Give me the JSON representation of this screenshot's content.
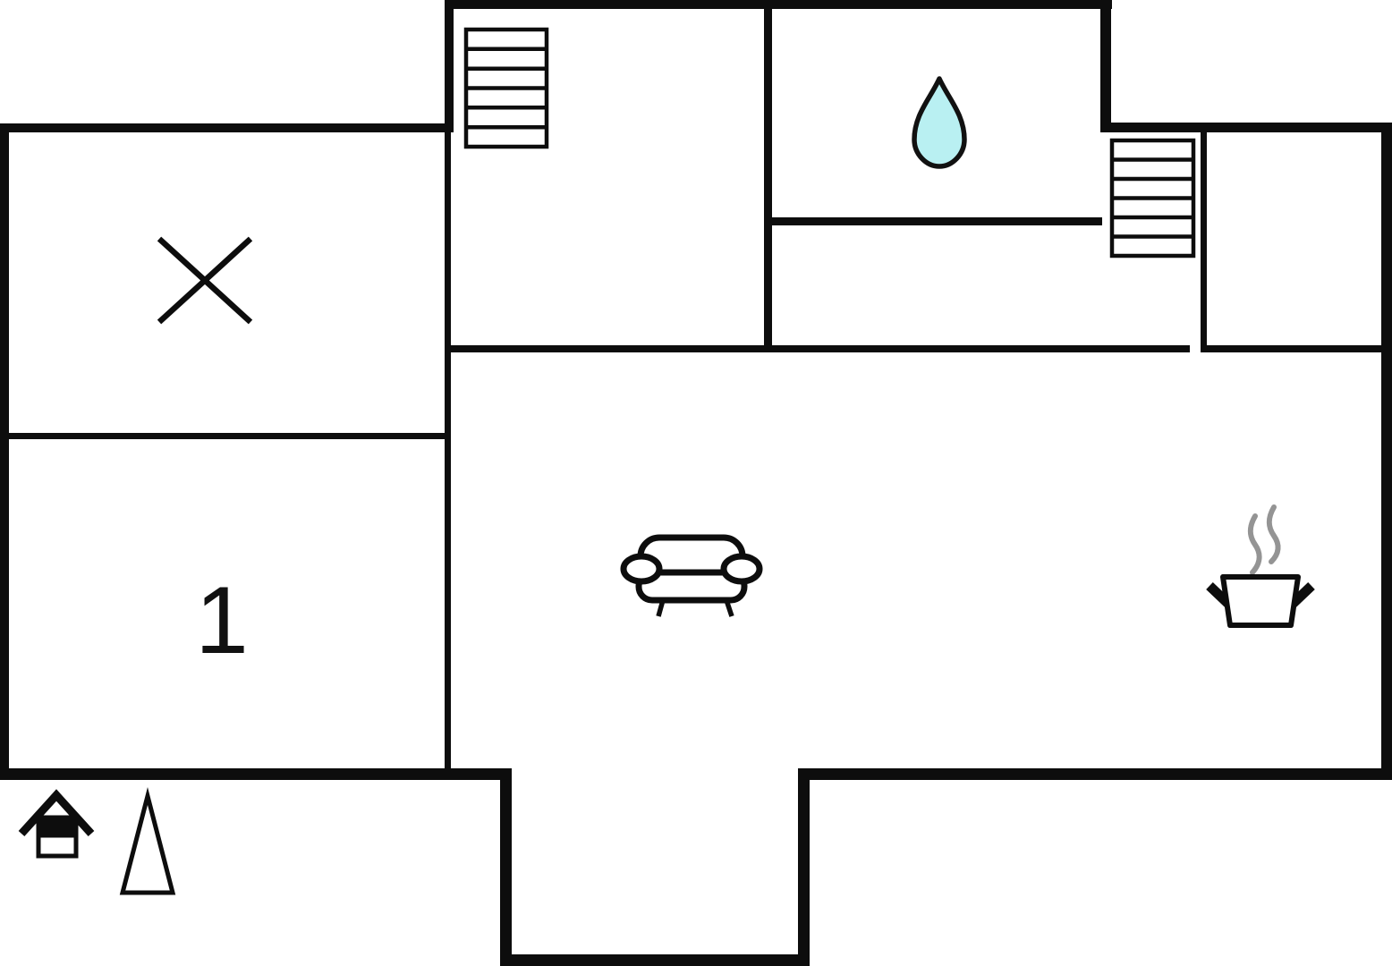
{
  "plan": {
    "colors": {
      "background": "#ffffff",
      "walls": "#0d0d0d",
      "water_drop_fill": "#b9f0f2",
      "steam": "#949494"
    },
    "rooms": {
      "bedroom": {
        "label": "1"
      }
    },
    "features": {
      "stairs_flights": 2,
      "steps_per_flight": 6,
      "crossed_area_symbol": "X",
      "bathroom_icon": "water-drop",
      "living_room_icon": "sofa",
      "kitchen_icon": "cooking-pot",
      "site_icons": [
        "house",
        "triangle"
      ]
    }
  }
}
